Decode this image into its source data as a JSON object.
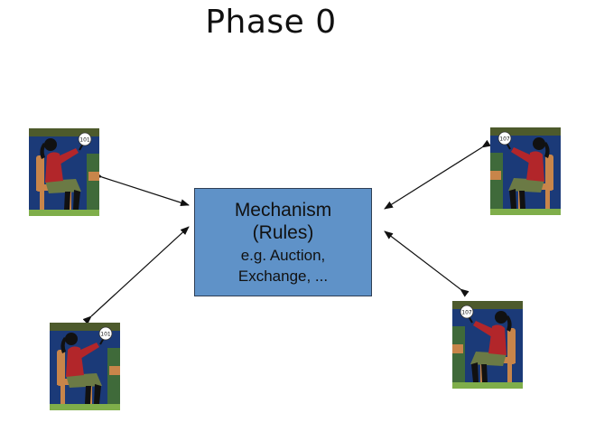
{
  "title": "Phase 0",
  "mechanism": {
    "name": "Mechanism",
    "rules": "(Rules)",
    "example_line1": "e.g. Auction,",
    "example_line2": "Exchange, ..."
  },
  "agents": [
    {
      "id": "agent-top-left",
      "paddle_number": "101",
      "mirrored": false
    },
    {
      "id": "agent-bottom-left",
      "paddle_number": "101",
      "mirrored": false
    },
    {
      "id": "agent-top-right",
      "paddle_number": "107",
      "mirrored": true
    },
    {
      "id": "agent-bottom-right",
      "paddle_number": "107",
      "mirrored": true
    }
  ],
  "icons": {
    "agent": "bidder-with-paddle-icon",
    "connector": "double-headed-arrow"
  },
  "colors": {
    "box_fill": "#5f92c8",
    "box_border": "#2f3f55",
    "agent_background": "#1b3a78",
    "agent_dress": "#b2262a",
    "agent_skirt": "#6b7a45",
    "agent_chair": "#c8854a",
    "agent_floor": "#7fae4a",
    "arrow": "#111111"
  }
}
